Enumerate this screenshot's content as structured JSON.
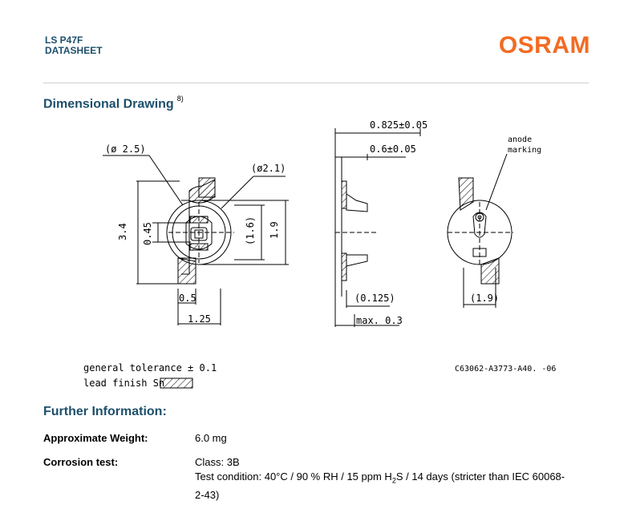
{
  "header": {
    "product": "LS P47F",
    "doc_type": "DATASHEET",
    "brand": "OSRAM",
    "brand_color": "#f26b22",
    "heading_color": "#1d4f6b"
  },
  "section_drawing": {
    "title": "Dimensional Drawing",
    "footnote": "8)"
  },
  "drawing": {
    "dims": {
      "d25": "(ø 2.5)",
      "d21": "(ø2.1)",
      "h34": "3.4",
      "h045": "0.45",
      "h16": "(1.6)",
      "h19": "1.9",
      "w05": "0.5",
      "w125": "1.25",
      "w0825": "0.825±0.05",
      "w06": "0.6±0.05",
      "w0125": "(0.125)",
      "wmax": "max. 0.3",
      "w19": "(1.9)",
      "anode1": "anode",
      "anode2": "marking"
    },
    "tolerance": "general tolerance ± 0.1",
    "lead_finish": "lead finish Sn",
    "drawing_number": "C63062-A3773-A40. -06"
  },
  "section_info": {
    "title": "Further Information:"
  },
  "info": {
    "weight_label": "Approximate Weight:",
    "weight_value": "6.0 mg",
    "corrosion_label": "Corrosion test:",
    "corrosion_class": "Class: 3B",
    "corrosion_cond_a": "Test condition: 40°C / 90 % RH / 15 ppm H",
    "corrosion_sub": "2",
    "corrosion_cond_b": "S / 14 days (stricter than IEC 60068-2-43)"
  }
}
